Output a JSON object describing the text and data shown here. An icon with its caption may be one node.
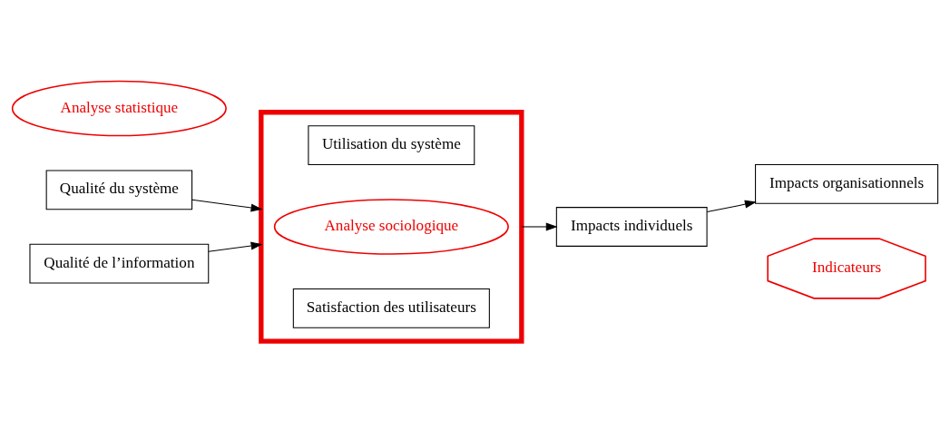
{
  "diagram": {
    "nodes": [
      {
        "text": [
          "Qualité du système"
        ]
      },
      {
        "text": [
          "Qualité de l’information"
        ]
      },
      {
        "text": [],
        "shape": "box"
      },
      {
        "text": [
          "Utilisation du système"
        ],
        "in": 2
      },
      {
        "text": [
          "Analyse sociologique"
        ],
        "in": 2
      },
      {
        "text": [
          "Satisfaction des utilisateurs"
        ],
        "in": 2
      },
      {
        "text": [
          "Analyse statistique"
        ]
      },
      {
        "text": [
          "Impacts individuels"
        ]
      },
      {
        "text": [
          "Impacts organisationnels"
        ]
      },
      {
        "text": [
          "Indicateurs"
        ]
      }
    ],
    "edges": [
      {
        "from": 0,
        "to": 2,
        "arrow": "to"
      },
      {
        "from": 1,
        "to": 2,
        "arrow": "to"
      },
      {
        "from": 2,
        "to": 7,
        "arrow": "to"
      },
      {
        "from": 7,
        "to": 8,
        "arrow": "to"
      }
    ]
  }
}
